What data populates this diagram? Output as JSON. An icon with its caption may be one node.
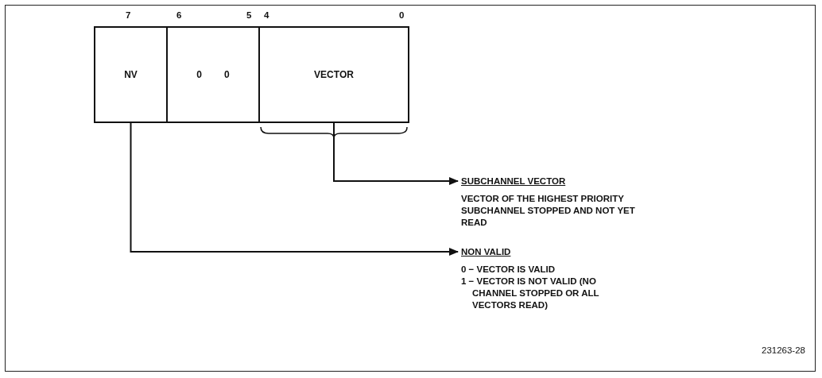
{
  "diagram": {
    "nodes": [
      {
        "text": [
          "NV"
        ]
      },
      {
        "text": [
          "0",
          "0"
        ]
      },
      {
        "text": [
          "VECTOR"
        ]
      },
      {
        "text": [
          "SUBCHANNEL VECTOR",
          "VECTOR OF THE HIGHEST PRIORITY SUBCHANNEL STOPPED AND NOT YET READ"
        ]
      },
      {
        "text": [
          "NON VALID",
          "0 − VECTOR IS VALID",
          "1 − VECTOR IS NOT VALID (NO CHANNEL STOPPED OR ALL VECTORS READ)"
        ]
      }
    ],
    "edges": [
      {
        "from": 2,
        "to": 3,
        "arrow": "to"
      },
      {
        "from": 0,
        "to": 4,
        "arrow": "to"
      }
    ],
    "labels": [
      "7",
      "6",
      "5",
      "4",
      "0",
      "231263-28"
    ]
  }
}
